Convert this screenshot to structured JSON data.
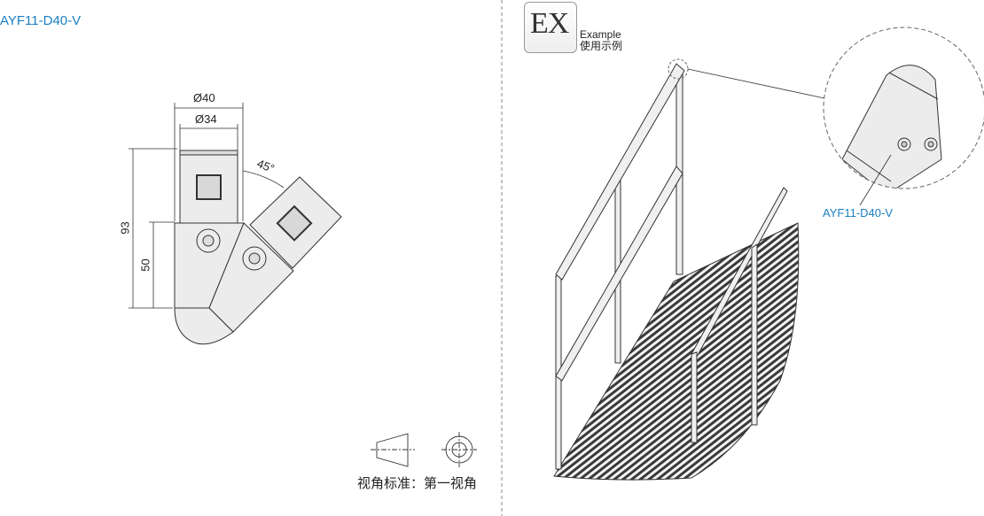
{
  "part_number": "AYF11-D40-V",
  "dimensions": {
    "outer_diameter": "Ø40",
    "inner_diameter": "Ø34",
    "angle": "45°",
    "total_height": "93",
    "lower_height": "50"
  },
  "example": {
    "badge": "EX",
    "label_en": "Example",
    "label_cn": "使用示例"
  },
  "callout_label": "AYF11-D40-V",
  "view_standard": "视角标准：第一视角",
  "colors": {
    "accent": "#1a7fc1",
    "line": "#333333",
    "fill": "#ececec"
  }
}
